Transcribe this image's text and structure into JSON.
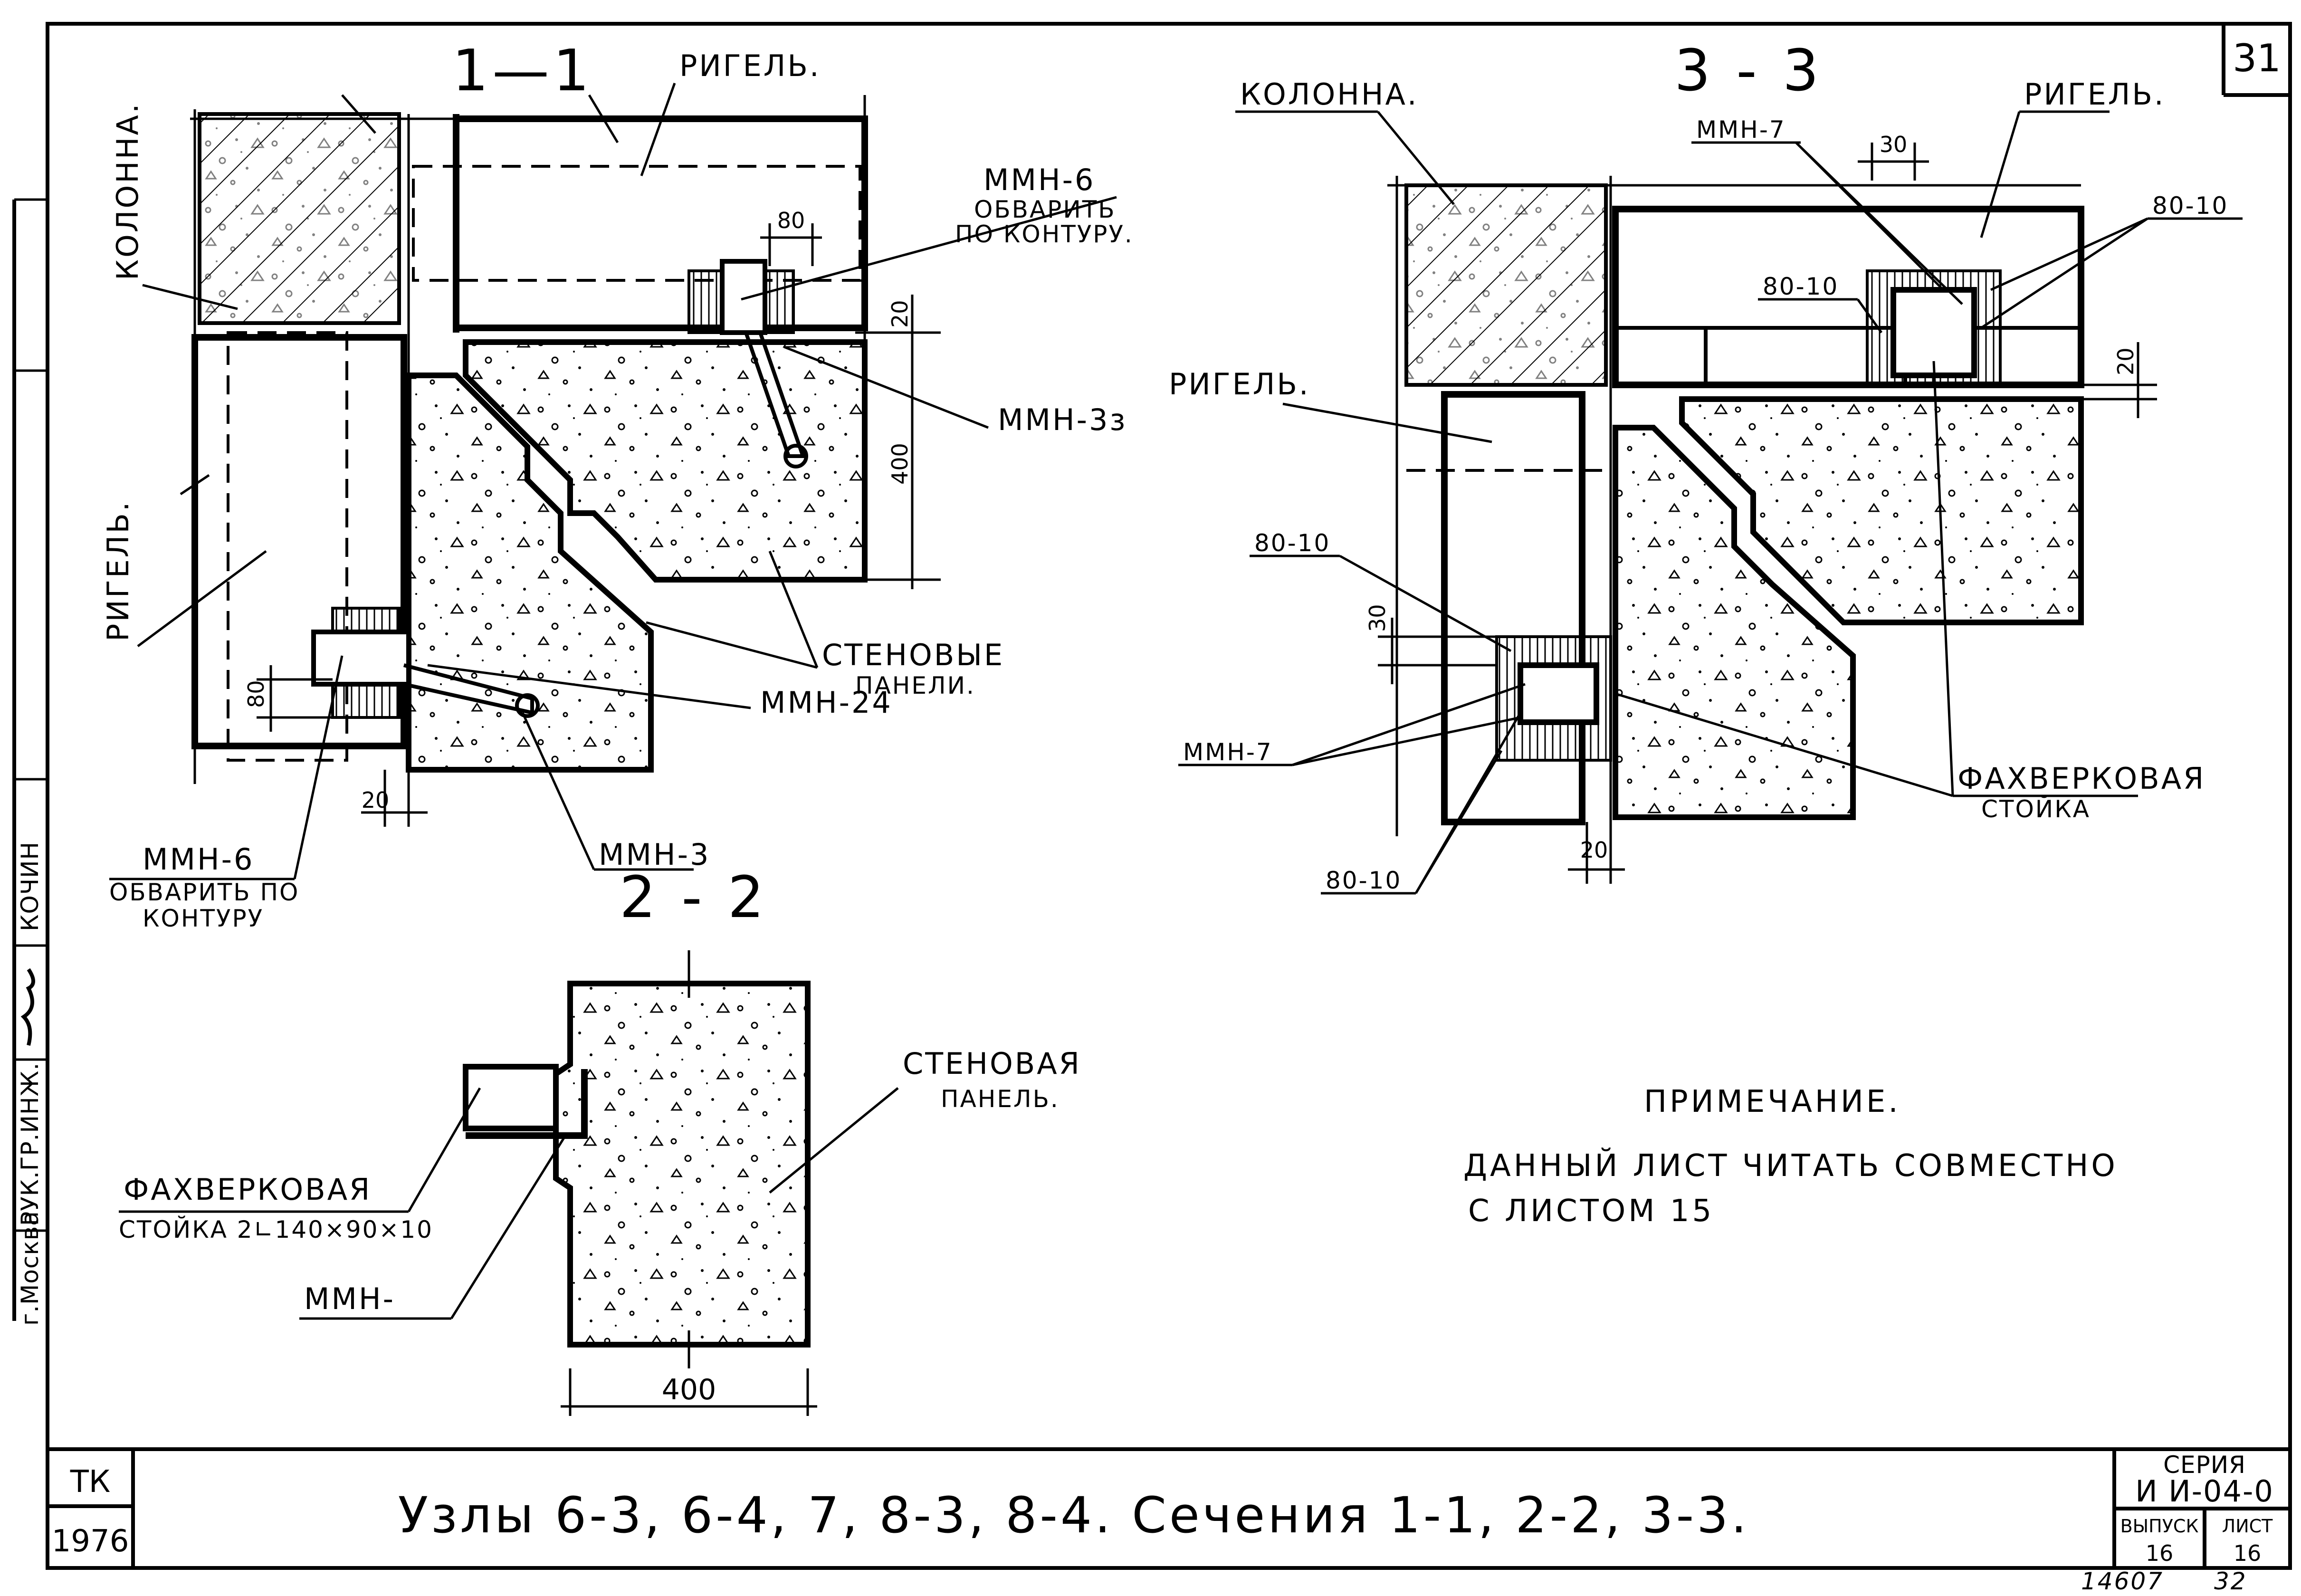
{
  "sheet_number": "31",
  "page_marks": {
    "left": "14607",
    "right": "32"
  },
  "sections": {
    "s11": {
      "heading": "1—1",
      "labels": {
        "rigel_top": "РИГЕЛЬ.",
        "kolonna": "КОЛОННА.",
        "rigel_left": "РИГЕЛЬ.",
        "mmn6_top_1": "ММН-6",
        "mmn6_top_2": "ОБВАРИТЬ",
        "mmn6_top_3": "ПО КОНТУРУ.",
        "mmn3z": "ММН-3з",
        "wall_1": "СТЕНОВЫЕ",
        "wall_2": "ПАНЕЛИ.",
        "mmn24": "ММН-24",
        "mmn6_bot_1": "ММН-6",
        "mmn6_bot_2": "ОБВАРИТЬ ПО",
        "mmn6_bot_3": "КОНТУРУ",
        "mmn3": "ММН-3"
      },
      "dims": {
        "d80_top": "80",
        "d20_right": "20",
        "d400": "400",
        "d80_left": "80",
        "d20_bot": "20"
      }
    },
    "s22": {
      "heading": "2 - 2",
      "labels": {
        "wall_1": "СТЕНОВАЯ",
        "wall_2": "ПАНЕЛЬ.",
        "fakh_1": "ФАХВЕРКОВАЯ",
        "fakh_2": "СТОЙКА 2∟140×90×10",
        "mmn": "ММН-"
      },
      "dims": {
        "d400": "400"
      }
    },
    "s33": {
      "heading": "3 - 3",
      "labels": {
        "kolonna": "КОЛОННА.",
        "mmn7_top": "ММН-7",
        "rigel_top": "РИГЕЛЬ.",
        "p8010_tr": "80-10",
        "p8010_tm": "80-10",
        "rigel_left": "РИГЕЛЬ.",
        "p8010_ml": "80-10",
        "mmn7_left": "ММН-7",
        "p8010_bl": "80-10",
        "fakh_1": "ФАХВЕРКОВАЯ",
        "fakh_2": "СТОЙКА"
      },
      "dims": {
        "d30_top": "30",
        "d20_right": "20",
        "d30_left": "30",
        "d20_bot": "20"
      }
    }
  },
  "note": {
    "heading": "ПРИМЕЧАНИЕ.",
    "line1": "ДАННЫЙ  ЛИСТ  ЧИТАТЬ  СОВМЕСТНО",
    "line2": "С ЛИСТОМ  15"
  },
  "side_stamp": [
    "г.Москва",
    "РУК.ГР.ИНЖ.",
    "",
    "КОЧИН"
  ],
  "title_block": {
    "org": "ТК",
    "year": "1976",
    "title": "Узлы 6-3, 6-4, 7, 8-3, 8-4. Сечения 1-1, 2-2, 3-3.",
    "series_label": "СЕРИЯ",
    "series_value": "И И-04-0",
    "issue_label": "ВЫПУСК",
    "issue_value": "16",
    "sheet_label": "ЛИСТ",
    "sheet_value": "16"
  }
}
